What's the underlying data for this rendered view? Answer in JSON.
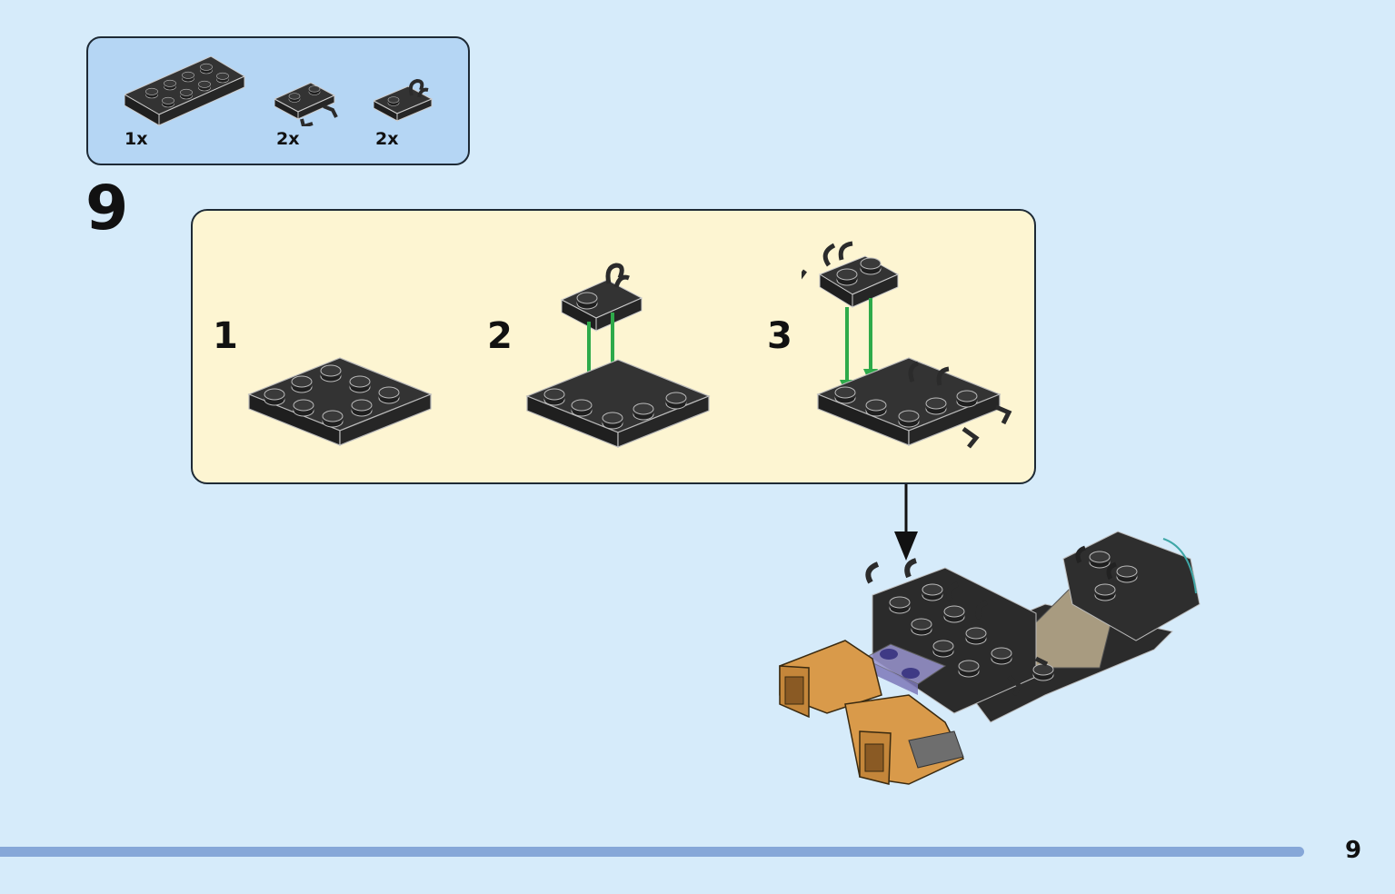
{
  "step": {
    "number": "9"
  },
  "parts_list": [
    {
      "name": "black-plate-2x4",
      "quantity": "1x"
    },
    {
      "name": "black-plate-with-side-clips",
      "quantity": "2x"
    },
    {
      "name": "black-plate-with-top-clip",
      "quantity": "2x"
    }
  ],
  "substeps": [
    {
      "number": "1"
    },
    {
      "number": "2"
    },
    {
      "number": "3"
    }
  ],
  "colors": {
    "background": "#d6ebfa",
    "parts_box": "#b5d6f4",
    "substep_box": "#fdf5d2",
    "brick_black": "#2b2b2b",
    "insert_arrow": "#2eaa4a",
    "bottom_bar": "#86a7d8"
  },
  "page": {
    "number": "9"
  }
}
